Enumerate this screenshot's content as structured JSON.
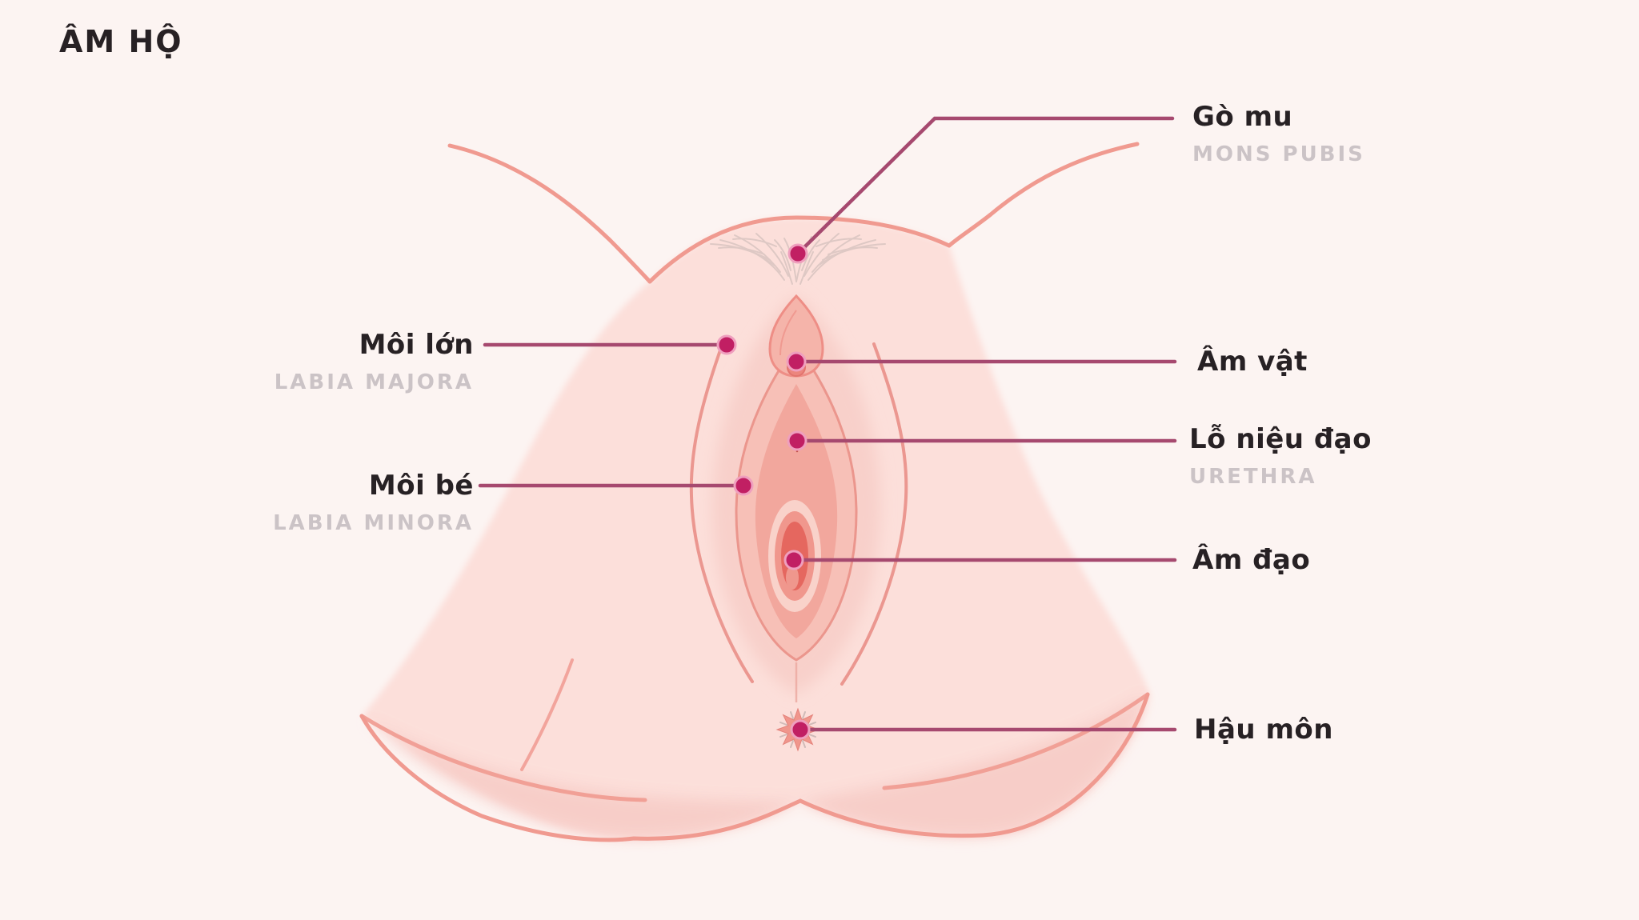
{
  "page": {
    "title": "ÂM HỘ"
  },
  "colors": {
    "background": "#fcf4f2",
    "label_primary": "#272124",
    "label_secondary": "#cbc3c6",
    "leader_line": "#a6496f",
    "pointer_dot": "#c11f63",
    "pointer_dot_ring": "#ef9fbe",
    "body_fill": "#fcdfda",
    "body_shade": "#f7cdc8",
    "body_outline": "#f09a90",
    "vulva_deep": "#e5675f"
  },
  "labels": [
    {
      "part": "mons-pubis",
      "vi": "Gò mu",
      "en": "MONS PUBIS"
    },
    {
      "part": "labia-majora",
      "vi": "Môi lớn",
      "en": "LABIA MAJORA"
    },
    {
      "part": "clitoris",
      "vi": "Âm vật",
      "en": ""
    },
    {
      "part": "urethra",
      "vi": "Lỗ niệu đạo",
      "en": "URETHRA"
    },
    {
      "part": "labia-minora",
      "vi": "Môi bé",
      "en": "LABIA MINORA"
    },
    {
      "part": "vagina",
      "vi": "Âm đạo",
      "en": ""
    },
    {
      "part": "anus",
      "vi": "Hậu môn",
      "en": ""
    }
  ]
}
